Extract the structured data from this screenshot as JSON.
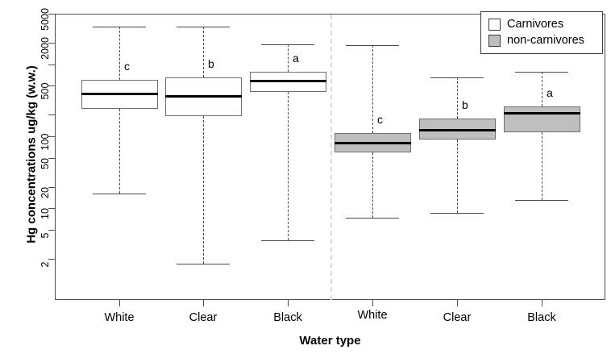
{
  "chart_data": {
    "type": "box",
    "title": "",
    "xlabel": "Water type",
    "ylabel": "Hg concentrations ug/kg (w.w.)",
    "yscale": "log",
    "ylim": [
      1.6,
      5000
    ],
    "y_ticks": [
      {
        "value": 5000,
        "label": "5000"
      },
      {
        "value": 2000,
        "label": "2000"
      },
      {
        "value": 1000,
        "label": ""
      },
      {
        "value": 500,
        "label": "500"
      },
      {
        "value": 200,
        "label": ""
      },
      {
        "value": 100,
        "label": "100"
      },
      {
        "value": 50,
        "label": "50"
      },
      {
        "value": 20,
        "label": "20"
      },
      {
        "value": 10,
        "label": "10"
      },
      {
        "value": 5,
        "label": "5"
      },
      {
        "value": 2,
        "label": "2"
      }
    ],
    "grid": false,
    "legend_position": "top-right",
    "legend": [
      {
        "label": "Carnivores",
        "fill": "#ffffff"
      },
      {
        "label": "non-carnivores",
        "fill": "#bfbfbf"
      }
    ],
    "categories": [
      "White",
      "Clear",
      "Black",
      "White",
      "Clear",
      "Black"
    ],
    "groups": [
      "Carnivores",
      "Carnivores",
      "Carnivores",
      "non-carnivores",
      "non-carnivores",
      "non-carnivores"
    ],
    "boxes": [
      {
        "category": "White",
        "group": "Carnivores",
        "letter": "c",
        "whisker_low": 16,
        "q1": 240,
        "median": 400,
        "q3": 600,
        "whisker_high": 3300,
        "fill": "#ffffff"
      },
      {
        "category": "Clear",
        "group": "Carnivores",
        "letter": "b",
        "whisker_low": 1.7,
        "q1": 190,
        "median": 370,
        "q3": 660,
        "whisker_high": 3300,
        "fill": "#ffffff"
      },
      {
        "category": "Black",
        "group": "Carnivores",
        "letter": "a",
        "whisker_low": 3.6,
        "q1": 410,
        "median": 600,
        "q3": 790,
        "whisker_high": 1900,
        "fill": "#ffffff"
      },
      {
        "category": "White",
        "group": "non-carnivores",
        "letter": "c",
        "whisker_low": 7.5,
        "q1": 60,
        "median": 83,
        "q3": 110,
        "whisker_high": 1850,
        "fill": "#bfbfbf"
      },
      {
        "category": "Clear",
        "group": "non-carnivores",
        "letter": "b",
        "whisker_low": 8.6,
        "q1": 90,
        "median": 125,
        "q3": 175,
        "whisker_high": 660,
        "fill": "#bfbfbf"
      },
      {
        "category": "Black",
        "group": "non-carnivores",
        "letter": "a",
        "whisker_low": 13,
        "q1": 115,
        "median": 215,
        "q3": 260,
        "whisker_high": 790,
        "fill": "#bfbfbf"
      }
    ],
    "separator": {
      "after_index": 2,
      "style": "dashed",
      "color": "#d9d9d9"
    }
  },
  "axis": {
    "x_title": "Water type",
    "y_title": "Hg concentrations ug/kg (w.w.)"
  },
  "colors": {
    "carnivore_fill": "#ffffff",
    "noncarnivore_fill": "#bfbfbf",
    "frame": "#4d4d4d",
    "median": "#000000",
    "whisker": "#4a4a4a"
  }
}
